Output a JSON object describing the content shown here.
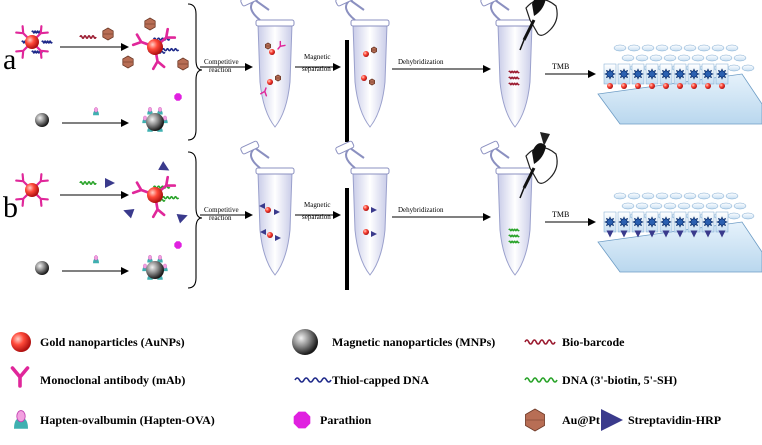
{
  "rows": [
    {
      "panel_label": "a",
      "step1_line1": "Competitive",
      "step1_line2": "reaction",
      "step2_line1": "Magnetic",
      "step2_line2": "separation",
      "step3": "Dehybridization",
      "step4": "TMB"
    },
    {
      "panel_label": "b",
      "step1_line1": "Competitive",
      "step1_line2": "reaction",
      "step2_line1": "Magnetic",
      "step2_line2": "separation",
      "step3": "Dehybridization",
      "step4": "TMB"
    }
  ],
  "legend": [
    {
      "label": "Gold nanoparticles (AuNPs)",
      "icon": "gold-nanoparticle-icon",
      "color": "#e8322d"
    },
    {
      "label": "Magnetic nanoparticles (MNPs)",
      "icon": "magnetic-nanoparticle-icon",
      "color": "#333333"
    },
    {
      "label": "Bio-barcode",
      "icon": "bio-barcode-icon",
      "color": "#9b1b30"
    },
    {
      "label": "Monoclonal antibody (mAb)",
      "icon": "antibody-icon",
      "color": "#e0279a"
    },
    {
      "label": "Thiol-capped DNA",
      "icon": "thiol-dna-icon",
      "color": "#1f2a8a"
    },
    {
      "label": "DNA (3'-biotin, 5'-SH)",
      "icon": "biotin-dna-icon",
      "color": "#29a329"
    },
    {
      "label": "Hapten-ovalbumin (Hapten-OVA)",
      "icon": "hapten-ova-icon",
      "color": "#3fb0b0"
    },
    {
      "label": "Parathion",
      "icon": "parathion-icon",
      "color": "#e020e0"
    },
    {
      "label": "Au@Pt",
      "icon": "au-pt-icon",
      "color": "#b06a50"
    },
    {
      "label": "Streptavidin-HRP",
      "icon": "streptavidin-hrp-icon",
      "color": "#3a3a8c"
    }
  ]
}
